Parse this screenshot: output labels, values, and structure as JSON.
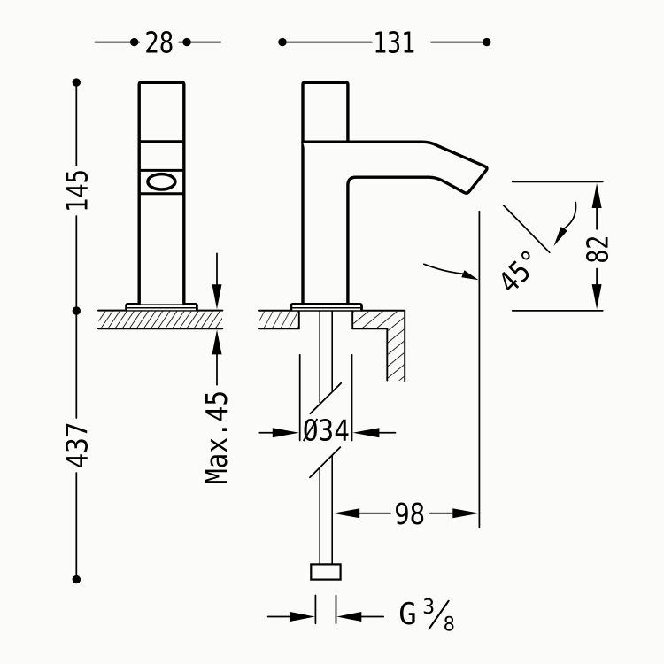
{
  "drawing": {
    "type": "technical-dimension-diagram",
    "subject": "single-hole basin tap, front and side elevation with installation dimensions",
    "colors": {
      "ink": "#000000",
      "background": "#fbfbf9"
    },
    "units": "mm"
  },
  "dims": {
    "body_width": {
      "label": "28"
    },
    "spout_reach": {
      "label": "131"
    },
    "height_above_deck": {
      "label": "145"
    },
    "length_below_deck": {
      "label": "437"
    },
    "deck_thickness": {
      "label": "Max.45"
    },
    "hole_diameter": {
      "label": "Ø34"
    },
    "outlet_offset": {
      "label": "98"
    },
    "outlet_height": {
      "label": "82"
    },
    "outlet_angle": {
      "label": "45°"
    },
    "thread": {
      "prefix": "G",
      "numerator": "3",
      "denominator": "8"
    }
  }
}
